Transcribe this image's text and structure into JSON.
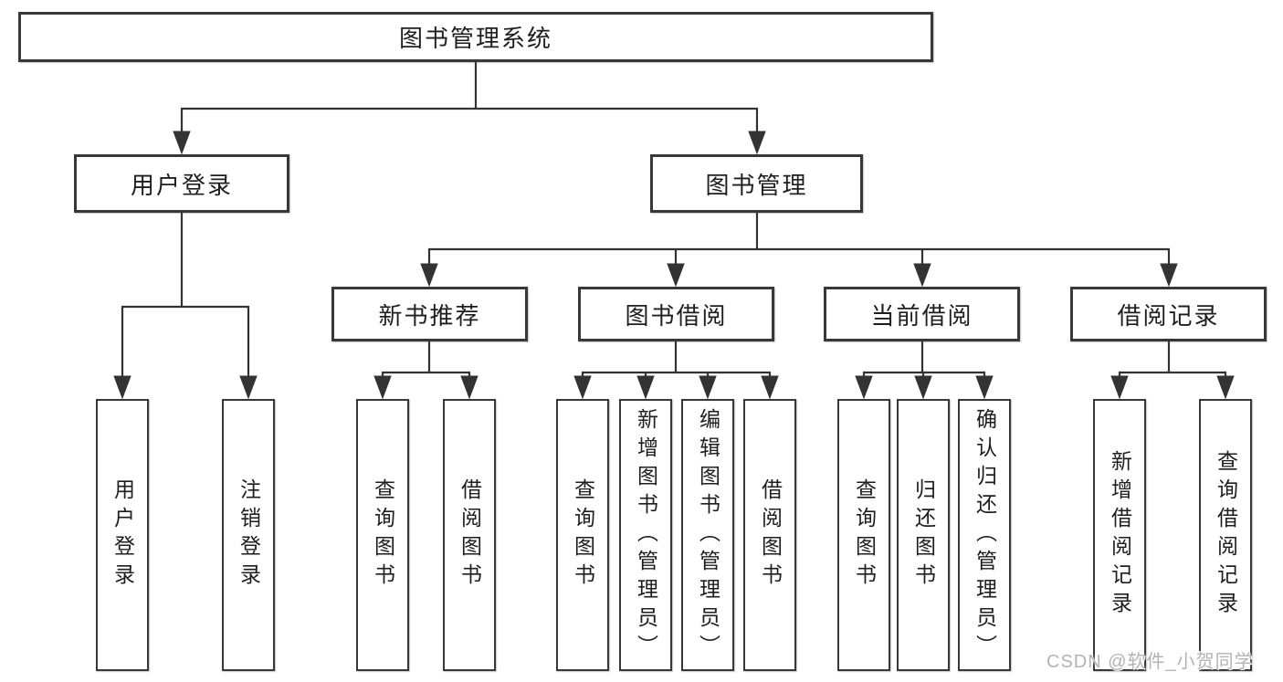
{
  "colors": {
    "line": "#333333",
    "box_border": "#383838",
    "box_fill": "#ffffff",
    "text": "#1e1e1e",
    "watermark_text": "#b3b3b3"
  },
  "diagram": {
    "root": {
      "label": "图书管理系统"
    },
    "branches": [
      {
        "label": "用户登录",
        "children": [
          {
            "label": "用户登录"
          },
          {
            "label": "注销登录"
          }
        ]
      },
      {
        "label": "图书管理",
        "children": [
          {
            "label": "新书推荐",
            "children": [
              {
                "label": "查询图书"
              },
              {
                "label": "借阅图书"
              }
            ]
          },
          {
            "label": "图书借阅",
            "children": [
              {
                "label": "查询图书"
              },
              {
                "label": "新增图书（管理员）"
              },
              {
                "label": "编辑图书（管理员）"
              },
              {
                "label": "借阅图书"
              }
            ]
          },
          {
            "label": "当前借阅",
            "children": [
              {
                "label": "查询图书"
              },
              {
                "label": "归还图书"
              },
              {
                "label": "确认归还（管理员）"
              }
            ]
          },
          {
            "label": "借阅记录",
            "children": [
              {
                "label": "新增借阅记录"
              },
              {
                "label": "查询借阅记录"
              }
            ]
          }
        ]
      }
    ],
    "watermark": "CSDN @软件_小贺同学"
  }
}
